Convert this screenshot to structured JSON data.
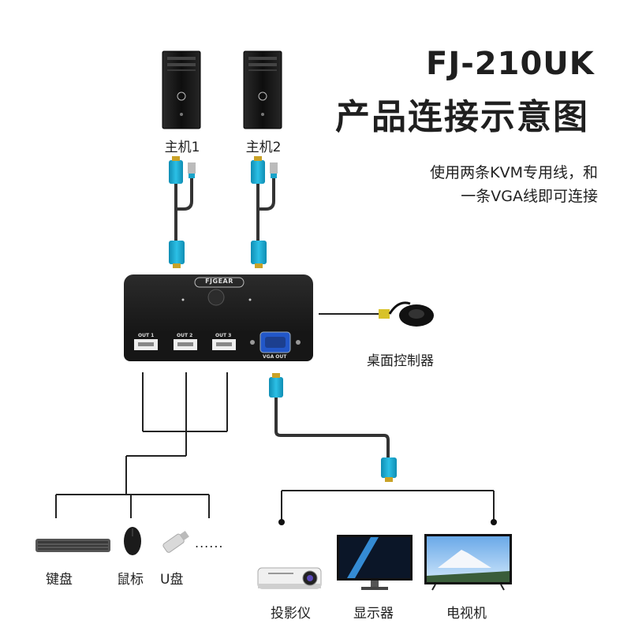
{
  "title": {
    "model": "FJ-210UK",
    "subtitle": "产品连接示意图"
  },
  "description": {
    "line1": "使用两条KVM专用线，和",
    "line2": "一条VGA线即可连接"
  },
  "hosts": [
    {
      "label": "主机1"
    },
    {
      "label": "主机2"
    }
  ],
  "switch": {
    "brand": "FJGEAR",
    "ports": [
      "OUT 1",
      "OUT 2",
      "OUT 3"
    ],
    "vga_port": "VGA OUT"
  },
  "controller": {
    "label": "桌面控制器"
  },
  "usb_devices": [
    {
      "label": "键盘"
    },
    {
      "label": "鼠标"
    },
    {
      "label": "U盘"
    }
  ],
  "usb_more": "......",
  "displays": [
    {
      "label": "投影仪"
    },
    {
      "label": "显示器"
    },
    {
      "label": "电视机"
    }
  ],
  "colors": {
    "vga_connector": "#1aa3c9",
    "line": "#222222",
    "device_body": "#111111"
  }
}
